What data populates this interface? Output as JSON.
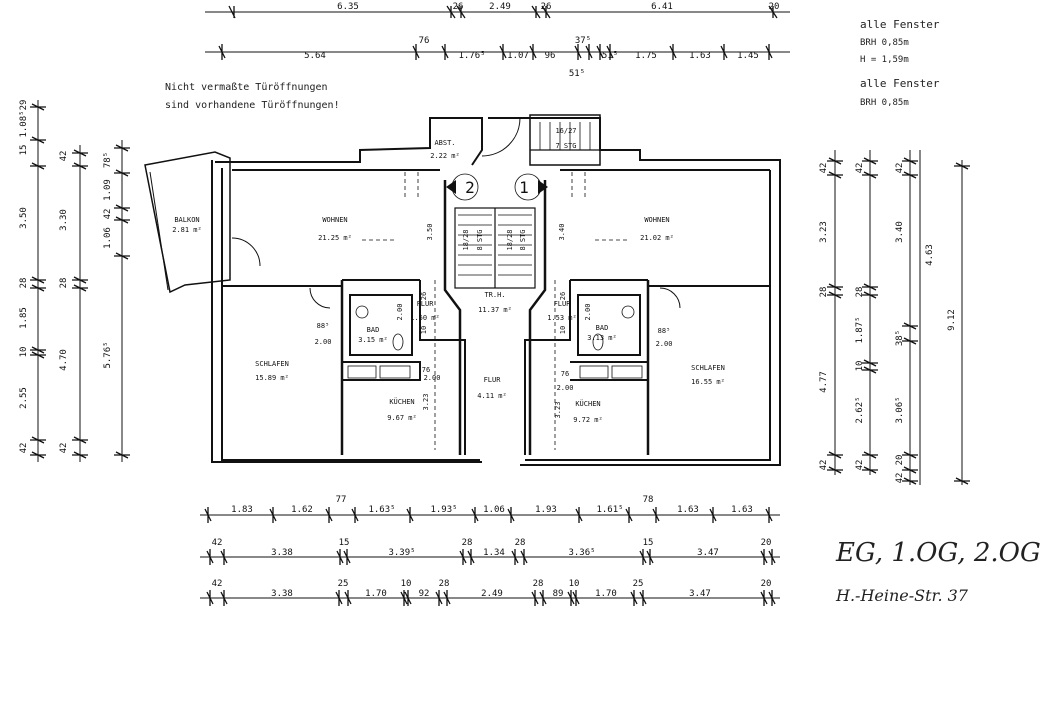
{
  "notes": {
    "line1": "Nicht vermaßte Türöffnungen",
    "line2": "sind vorhandene Türöffnungen!"
  },
  "windows": {
    "title1": "alle Fenster",
    "brh1": "BRH 0,85m",
    "h1": "H = 1,59m",
    "title2": "alle Fenster",
    "brh2": "BRH 0,85m"
  },
  "rooms": {
    "balkon": {
      "name": "BALKON",
      "area": "2.81 m²"
    },
    "wohnen_l": {
      "name": "WOHNEN",
      "area": "21.25 m²"
    },
    "wohnen_r": {
      "name": "WOHNEN",
      "area": "21.02 m²"
    },
    "abst": {
      "name": "ABST.",
      "area": "2.22 m²"
    },
    "trh": {
      "name": "TR.H.",
      "area": "11.37 m²"
    },
    "flur_c": {
      "name": "FLUR",
      "area": "4.11 m²"
    },
    "flur_l": {
      "name": "FLUR",
      "area": "1.60 m²"
    },
    "flur_r": {
      "name": "FLUR",
      "area": "1.53 m²"
    },
    "bad_l": {
      "name": "BAD",
      "area": "3.15 m²"
    },
    "bad_r": {
      "name": "BAD",
      "area": "3.13 m²"
    },
    "schlafen_l": {
      "name": "SCHLAFEN",
      "area": "15.89 m²"
    },
    "schlafen_r": {
      "name": "SCHLAFEN",
      "area": "16.55 m²"
    },
    "kuchen_l": {
      "name": "KÜCHEN",
      "area": "9.67 m²"
    },
    "kuchen_r": {
      "name": "KÜCHEN",
      "area": "9.72 m²"
    }
  },
  "stairs": {
    "top": "16/27",
    "top2": "7 STG",
    "left": "18/28",
    "left2": "8 STG",
    "right": "18/28",
    "right2": "8 STG",
    "unit_left": "2",
    "unit_right": "1"
  },
  "inner": {
    "w350": "3.50",
    "w340": "3.40",
    "d200a": "2.00",
    "d200b": "2.00",
    "d200c": "2.00",
    "d200d": "2.00",
    "d885a": "88⁵",
    "d885b": "88⁵",
    "d76a": "76",
    "d76b": "76",
    "d26a": "26",
    "d26b": "26",
    "d10a": "10",
    "d10b": "10",
    "d200e": "2.00",
    "d200f": "2.00",
    "d323a": "3.23",
    "d323b": "3.23"
  },
  "dims_top": {
    "row1": [
      "6.35",
      "26",
      "2.49",
      "26",
      "6.41",
      "20"
    ],
    "row2": [
      "5.64",
      "76",
      "1.76⁵",
      "1.07",
      "96",
      "37⁵",
      "51⁵",
      "1.75",
      "1.63",
      "1.45"
    ],
    "row2b": "51⁵"
  },
  "dims_bottom": {
    "row1": [
      "1.83",
      "1.62",
      "77",
      "1.63⁵",
      "1.93⁵",
      "1.06",
      "1.93",
      "1.61⁵",
      "78",
      "1.63",
      "1.63"
    ],
    "row2": [
      "42",
      "3.38",
      "15",
      "3.39⁵",
      "28",
      "1.34",
      "28",
      "3.36⁵",
      "15",
      "3.47",
      "20"
    ],
    "row3": [
      "42",
      "3.38",
      "25",
      "1.70",
      "10",
      "92",
      "28",
      "2.49",
      "28",
      "89",
      "10",
      "1.70",
      "25",
      "3.47",
      "20"
    ]
  },
  "dims_left": {
    "col1": [
      "29",
      "1.08⁵",
      "15",
      "3.50",
      "28",
      "1.85",
      "10",
      "2.55",
      "42"
    ],
    "col2": [
      "42",
      "3.30",
      "28",
      "4.70",
      "42"
    ],
    "col3": [
      "78⁵",
      "1.09",
      "42",
      "1.06",
      "5.76⁵"
    ]
  },
  "dims_right": {
    "col1": [
      "42",
      "3.23",
      "28",
      "4.77",
      "42"
    ],
    "col2": [
      "42",
      "28",
      "1.87⁵",
      "10",
      "2.62⁵",
      "42"
    ],
    "col3": [
      "42",
      "3.40",
      "38⁵",
      "3.06⁵",
      "20",
      "42"
    ],
    "col4": [
      "4.63"
    ],
    "col5": [
      "9.12"
    ]
  },
  "handwriting": {
    "line1": "EG, 1.OG, 2.OG",
    "line2": "H.-Heine-Str. 37"
  }
}
